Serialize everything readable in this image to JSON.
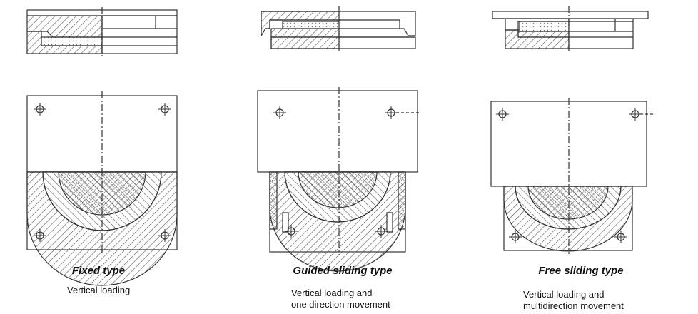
{
  "bearings": [
    {
      "title": "Fixed type",
      "lines": [
        "Vertical loading"
      ]
    },
    {
      "title": "Guided sliding type",
      "lines": [
        "Vertical loading and",
        "one direction movement"
      ]
    },
    {
      "title": "Free sliding type",
      "lines": [
        "Vertical loading and",
        "multidirection movement"
      ]
    }
  ],
  "colors": {
    "line": "#333333",
    "hatch": "#666666",
    "text": "#111111"
  }
}
